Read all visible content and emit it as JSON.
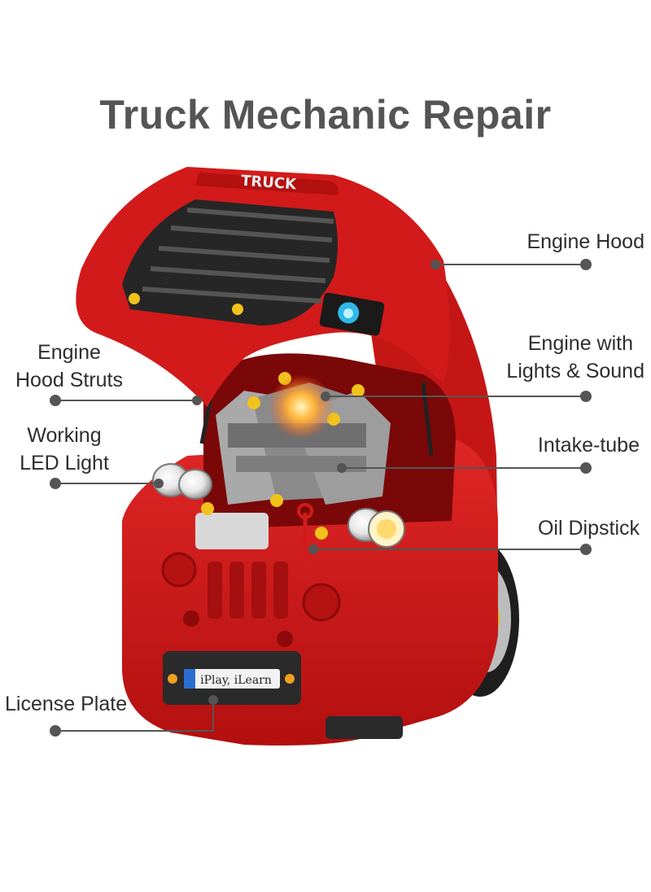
{
  "title": "Truck Mechanic Repair",
  "labels": {
    "engine_hood": "Engine Hood",
    "engine_with_lights_line1": "Engine with",
    "engine_with_lights_line2": "Lights & Sound",
    "intake_tube": "Intake-tube",
    "oil_dipstick": "Oil Dipstick",
    "hood_struts_line1": "Engine",
    "hood_struts_line2": "Hood Struts",
    "led_light_line1": "Working",
    "led_light_line2": "LED Light",
    "license_plate": "License Plate"
  },
  "truck": {
    "hood_text": "TRUCK",
    "plate_text": "iPlay, iLearn"
  },
  "colors": {
    "truck_red": "#d21a1a",
    "dark_red": "#9c0c0c",
    "engine_grey": "#8c8c8c",
    "leader_line": "#555555",
    "title_grey": "#555555"
  }
}
